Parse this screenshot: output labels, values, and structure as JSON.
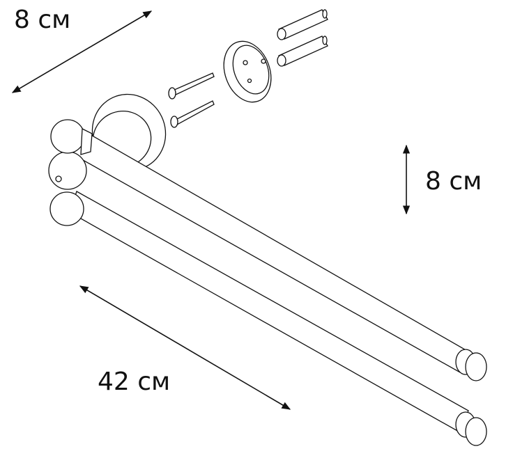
{
  "dimensions": {
    "depth_label": "8 см",
    "spacing_label": "8 см",
    "length_label": "42 см"
  }
}
